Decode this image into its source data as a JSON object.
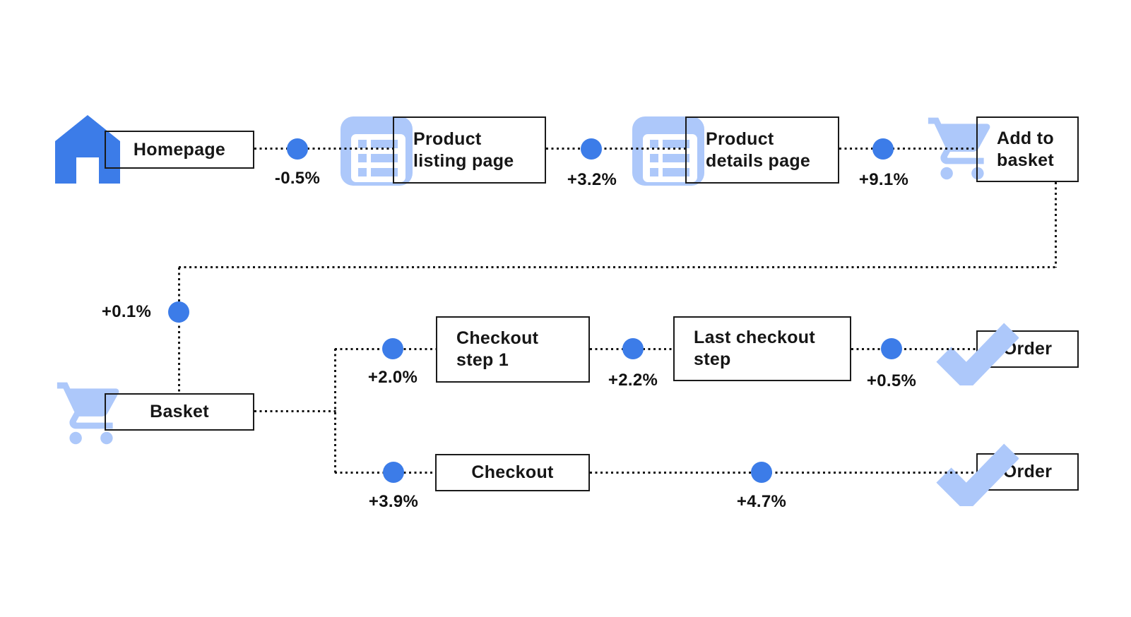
{
  "colors": {
    "primary_blue": "#3c7ce8",
    "light_blue": "#adc8fa",
    "line_black": "#141414",
    "box_border": "#1a1a1a",
    "text": "#161616",
    "background": "#ffffff"
  },
  "funnel": {
    "browse_path": {
      "homepage": {
        "label": "Homepage",
        "icon": "home-icon"
      },
      "to_listing_delta": "-0.5%",
      "product_listing": {
        "line1": "Product",
        "line2": "listing page",
        "icon": "list-icon"
      },
      "to_details_delta": "+3.2%",
      "product_details": {
        "line1": "Product",
        "line2": "details page",
        "icon": "list-icon"
      },
      "to_add_basket_delta": "+9.1%",
      "add_to_basket": {
        "line1": "Add to",
        "line2": "basket",
        "icon": "cart-icon"
      }
    },
    "basket": {
      "to_basket_delta": "+0.1%",
      "label": "Basket",
      "icon": "cart-icon"
    },
    "multi_step_checkout_path": {
      "to_step1_delta": "+2.0%",
      "checkout_step_1": {
        "line1": "Checkout",
        "line2": "step 1"
      },
      "to_last_step_delta": "+2.2%",
      "last_checkout_step": {
        "line1": "Last checkout",
        "line2": "step"
      },
      "to_order_delta": "+0.5%",
      "order": {
        "label": "Order",
        "icon": "check-icon"
      }
    },
    "single_step_checkout_path": {
      "to_checkout_delta": "+3.9%",
      "checkout": {
        "label": "Checkout"
      },
      "to_order_delta": "+4.7%",
      "order": {
        "label": "Order",
        "icon": "check-icon"
      }
    }
  }
}
